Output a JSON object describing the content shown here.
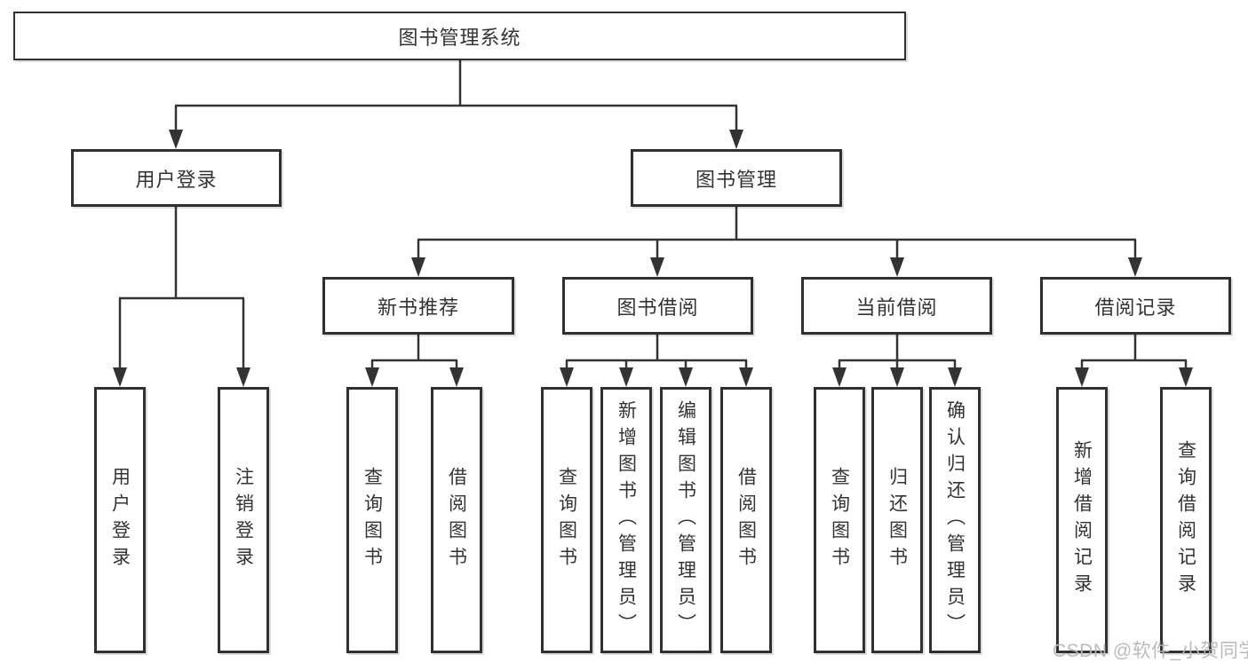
{
  "diagram_title": "图书管理系统",
  "nodes": {
    "root": "图书管理系统",
    "level1": [
      "用户登录",
      "图书管理"
    ],
    "level2": [
      "新书推荐",
      "图书借阅",
      "当前借阅",
      "借阅记录"
    ],
    "leaves": [
      "用户登录",
      "注销登录",
      "查询图书",
      "借阅图书",
      "查询图书",
      "新增图书（管理员）",
      "编辑图书（管理员）",
      "借阅图书",
      "查询图书",
      "归还图书",
      "确认归还（管理员）",
      "新增借阅记录",
      "查询借阅记录"
    ]
  },
  "watermark": "CSDN @软件_小贺同学",
  "colors": {
    "line": "#333333",
    "border": "#303030",
    "text": "#333333",
    "background": "#ffffff",
    "watermark": "#b6b6b6"
  }
}
